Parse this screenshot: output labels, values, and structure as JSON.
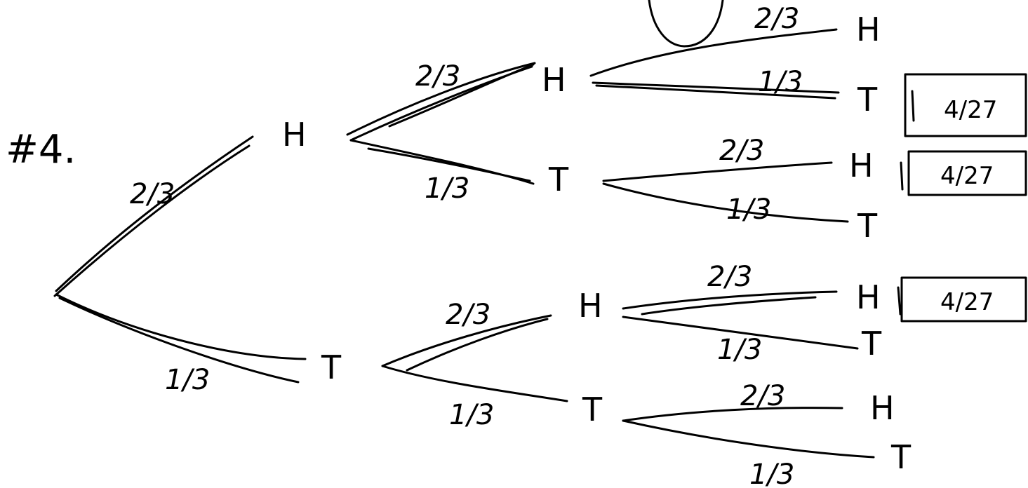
{
  "problem_label": "#4.",
  "tree": {
    "root_branches": [
      {
        "outcome": "H",
        "probability": "2/3",
        "branches": [
          {
            "outcome": "H",
            "probability": "2/3",
            "branches": [
              {
                "outcome": "H",
                "probability": "2/3",
                "result": ""
              },
              {
                "outcome": "T",
                "probability": "1/3",
                "result": "4/27"
              }
            ]
          },
          {
            "outcome": "T",
            "probability": "1/3",
            "branches": [
              {
                "outcome": "H",
                "probability": "2/3",
                "result": "4/27"
              },
              {
                "outcome": "T",
                "probability": "1/3",
                "result": ""
              }
            ]
          }
        ]
      },
      {
        "outcome": "T",
        "probability": "1/3",
        "branches": [
          {
            "outcome": "H",
            "probability": "2/3",
            "branches": [
              {
                "outcome": "H",
                "probability": "2/3",
                "result": "4/27"
              },
              {
                "outcome": "T",
                "probability": "1/3",
                "result": ""
              }
            ]
          },
          {
            "outcome": "T",
            "probability": "1/3",
            "branches": [
              {
                "outcome": "H",
                "probability": "2/3",
                "result": ""
              },
              {
                "outcome": "T",
                "probability": "1/3",
                "result": ""
              }
            ]
          }
        ]
      }
    ]
  }
}
